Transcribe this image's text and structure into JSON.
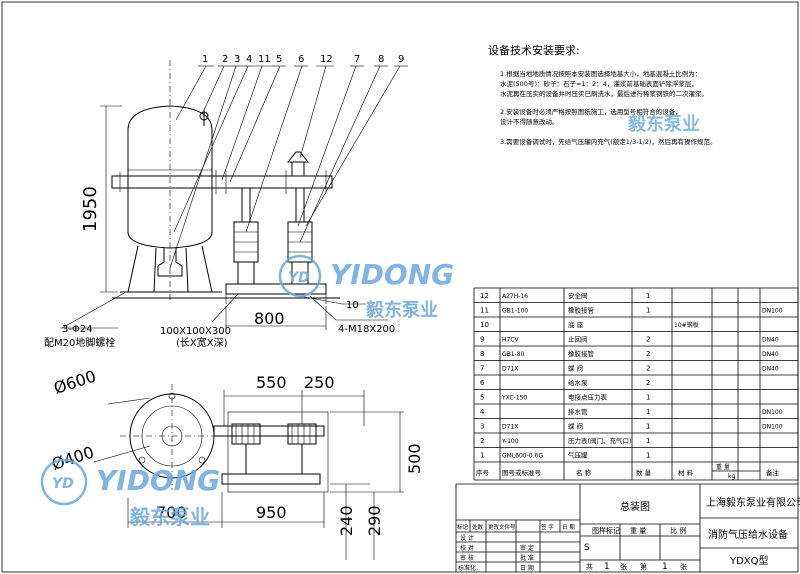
{
  "front_view": {
    "balloons": [
      "1",
      "2",
      "3",
      "4",
      "11",
      "5",
      "6",
      "12",
      "7",
      "8",
      "9",
      "10"
    ],
    "dim_height": "1950",
    "dim_width": "800",
    "foundation_size": "100X100X300",
    "foundation_note": "(长X宽X深)",
    "foot_callout_1": "3-Φ24",
    "foot_callout_2": "配M20地脚螺栓",
    "bolt_callout": "4-M18X200"
  },
  "plan_view": {
    "dim_tank_dia": "Ø600",
    "dim_inner_dia": "Ø400",
    "dim_550": "550",
    "dim_250": "250",
    "dim_500": "500",
    "dim_700": "700",
    "dim_950": "950",
    "dim_240": "240",
    "dim_290": "290"
  },
  "notes": {
    "title": "设备技术安装要求:",
    "items": [
      "1.根据当地地质情况按照本安装图选择地基大小，地基混凝土比例为：",
      "  水泥(500号)：砂子：石子=1：2：4，灌浆前基础表面铲除浮浆层，",
      "  水泥再在压实的设备井时压实已刷洗水，最后进行稀浆钢铁的二次灌浆。",
      "2.安装设备时必须严格按照图纸施工，选用型号相符合的设备，",
      "  设计不得随意改动。",
      "3.需要设备调试时，先给气压罐内充气(额定1/3-1/2)，然后再有操作规范。"
    ]
  },
  "parts_table": {
    "rows": [
      {
        "no": "12",
        "code": "A27H-16",
        "name": "安全阀",
        "qty": "1",
        "mat": "",
        "w1": "",
        "w2": "",
        "note": ""
      },
      {
        "no": "11",
        "code": "GB1-100",
        "name": "橡胶接管",
        "qty": "1",
        "mat": "",
        "w1": "",
        "w2": "",
        "note": "DN100"
      },
      {
        "no": "10",
        "code": "",
        "name": "底  座",
        "qty": "",
        "mat": "10#钢板",
        "w1": "",
        "w2": "",
        "note": ""
      },
      {
        "no": "9",
        "code": "H7CV",
        "name": "止回阀",
        "qty": "2",
        "mat": "",
        "w1": "",
        "w2": "",
        "note": "DN40"
      },
      {
        "no": "8",
        "code": "GB1-80",
        "name": "橡胶接管",
        "qty": "2",
        "mat": "",
        "w1": "",
        "w2": "",
        "note": "DN40"
      },
      {
        "no": "7",
        "code": "D71X",
        "name": "蝶  阀",
        "qty": "2",
        "mat": "",
        "w1": "",
        "w2": "",
        "note": "DN40"
      },
      {
        "no": "6",
        "code": "",
        "name": "给水泵",
        "qty": "2",
        "mat": "",
        "w1": "",
        "w2": "",
        "note": ""
      },
      {
        "no": "5",
        "code": "YXC-150",
        "name": "电接点压力表",
        "qty": "1",
        "mat": "",
        "w1": "",
        "w2": "",
        "note": ""
      },
      {
        "no": "4",
        "code": "",
        "name": "排水管",
        "qty": "1",
        "mat": "",
        "w1": "",
        "w2": "",
        "note": "DN100"
      },
      {
        "no": "3",
        "code": "D71X",
        "name": "蝶  阀",
        "qty": "1",
        "mat": "",
        "w1": "",
        "w2": "",
        "note": "DN100"
      },
      {
        "no": "2",
        "code": "Y-100",
        "name": "压力表(阀门、充气口)",
        "qty": "1",
        "mat": "",
        "w1": "",
        "w2": "",
        "note": ""
      },
      {
        "no": "1",
        "code": "GML600-0.6G",
        "name": "气压罐",
        "qty": "1",
        "mat": "",
        "w1": "",
        "w2": "",
        "note": ""
      }
    ],
    "header": {
      "no": "序号",
      "code": "图号或标准号",
      "name": "名  称",
      "qty": "数  量",
      "mat": "材  料",
      "weight": "重  量",
      "unit": "kg",
      "note": "备注"
    }
  },
  "title_block": {
    "drawing_name": "总装图",
    "company": "上海毅东泵业有限公司",
    "product": "消防气压给水设备",
    "model": "YDXQ型",
    "marks_label": "图样标记",
    "weight_label": "重  量",
    "scale_label": "比  例",
    "stage": "S",
    "sheets_total_label": "共",
    "sheets_total": "1",
    "sheets_unit": "张",
    "sheet_no_label": "第",
    "sheet_no": "1",
    "sheet_unit": "张",
    "rev_headers": [
      "标记",
      "处数",
      "更改文件号",
      "签  字",
      "日  期"
    ],
    "sign_rows": [
      "设 计",
      "校 对",
      "审 核",
      "标准化"
    ],
    "sign_rows_right": [
      "",
      "审 定",
      "批 准",
      "日 期"
    ]
  },
  "watermark": {
    "brand_en": "YIDONG",
    "brand_cn": "毅东泵业",
    "logo_letters": "YD"
  },
  "colors": {
    "line": "#000000",
    "watermark": "#6aa8df",
    "paper": "#ffffff"
  }
}
